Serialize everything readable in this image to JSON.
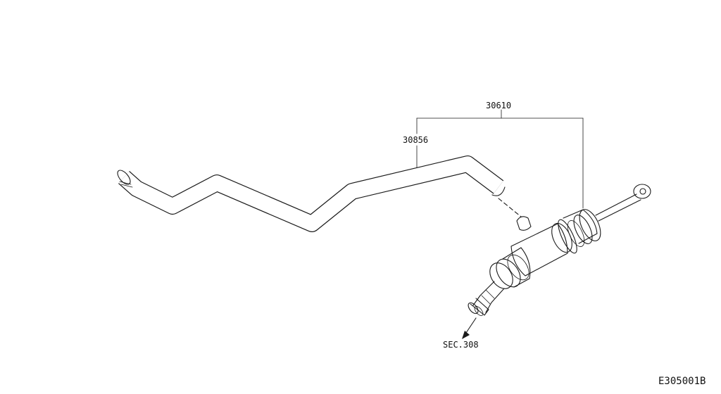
{
  "parts": {
    "assembly": "30610",
    "tube": "30856",
    "section_ref": "SEC.308"
  },
  "diagram_code": "E305001B"
}
